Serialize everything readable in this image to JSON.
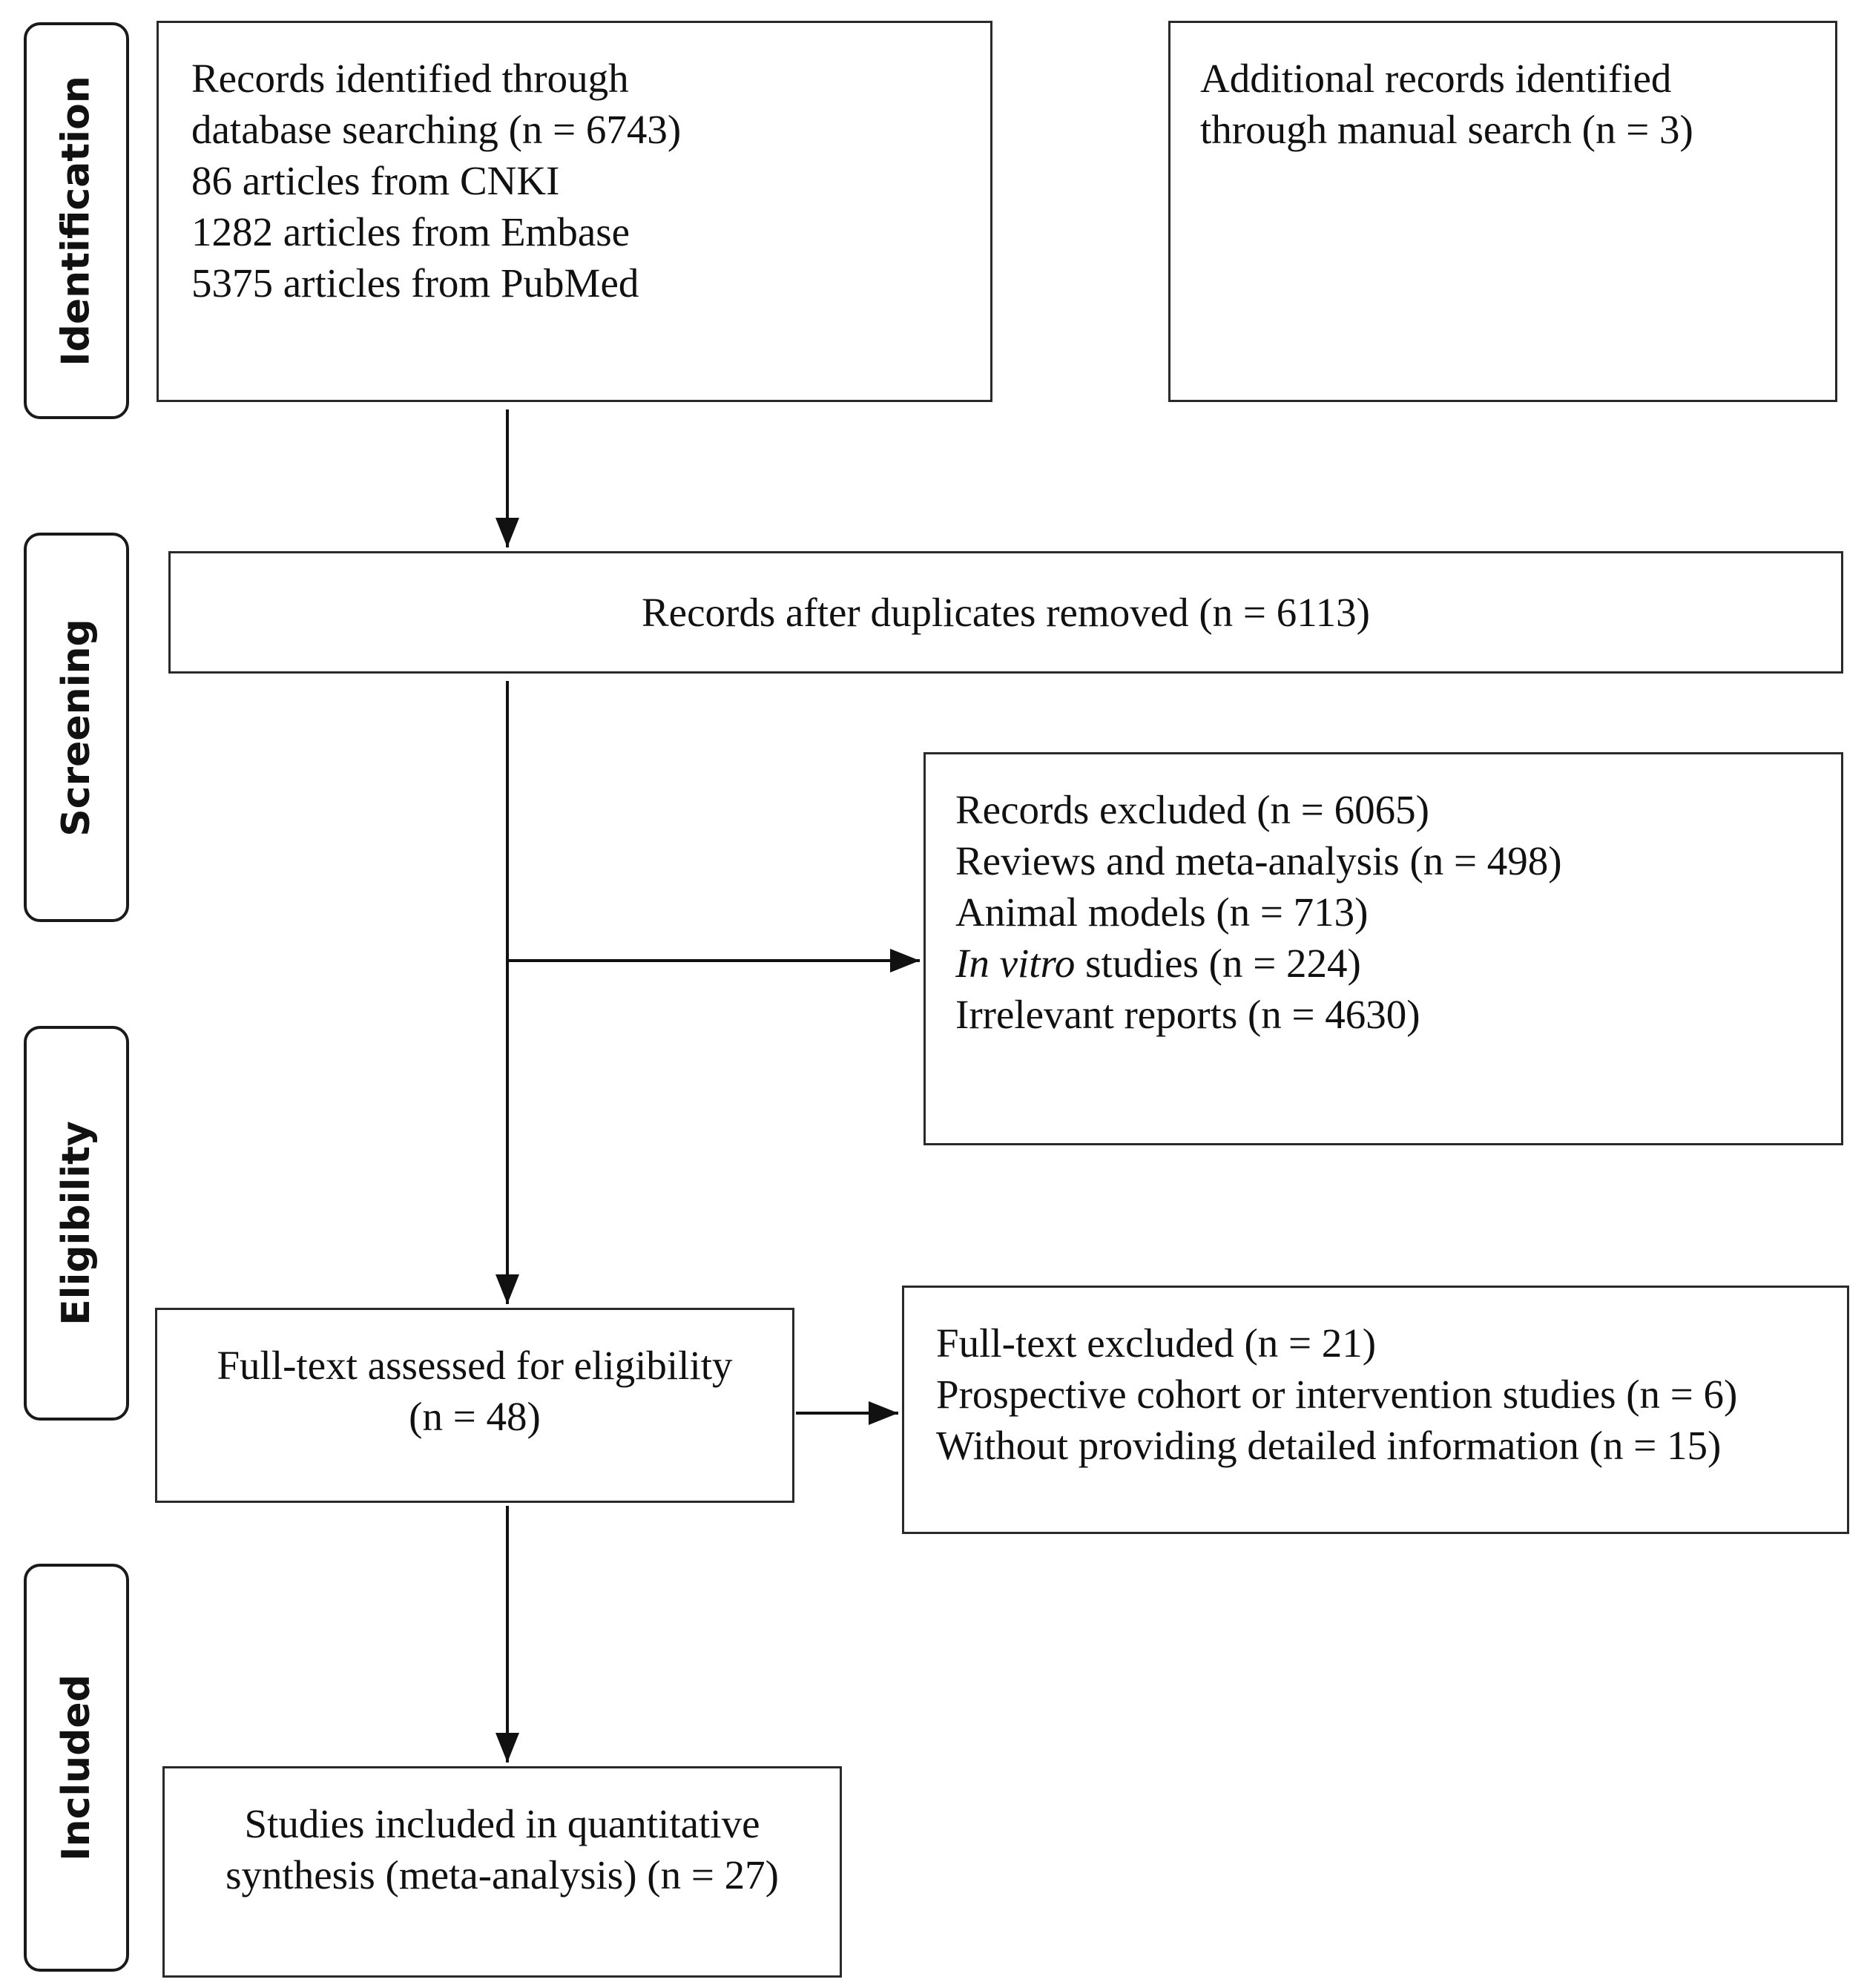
{
  "stages": {
    "identification": "Identification",
    "screening": "Screening",
    "eligibility": "Eligibility",
    "included": "Included"
  },
  "identified_box": {
    "lines": [
      "Records identified through",
      "database searching (n = 6743)",
      "86 articles from CNKI",
      "1282 articles from Embase",
      "5375 articles from PubMed"
    ]
  },
  "manual_box": {
    "lines": [
      "Additional records identified",
      "through manual search (n = 3)"
    ]
  },
  "duplicates_box": {
    "text": "Records after duplicates removed (n = 6113)"
  },
  "excluded_box": {
    "lines": [
      "Records excluded (n = 6065)",
      "Reviews and meta-analysis (n = 498)",
      "Animal models (n = 713)",
      "Irrelevant reports (n = 4630)"
    ],
    "in_vitro_italic": "In vitro",
    "in_vitro_rest": " studies (n = 224)"
  },
  "fulltext_box": {
    "lines": [
      "Full-text assessed for eligibility",
      "(n = 48)"
    ]
  },
  "fulltext_excluded_box": {
    "lines": [
      "Full-text excluded (n = 21)",
      "Prospective cohort or intervention studies (n = 6)",
      "Without providing detailed information (n = 15)"
    ]
  },
  "included_box": {
    "lines": [
      "Studies included in quantitative",
      "synthesis (meta-analysis) (n = 27)"
    ]
  }
}
